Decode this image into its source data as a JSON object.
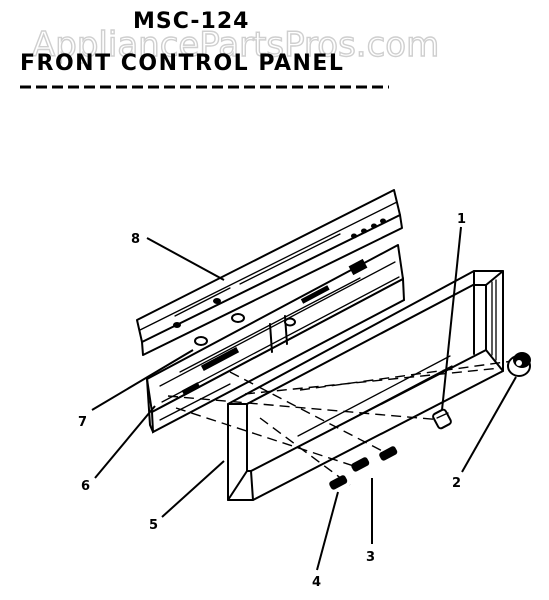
{
  "header": {
    "model": "MSC-124",
    "panel_title": "FRONT CONTROL PANEL"
  },
  "watermark": {
    "text": "AppliancePartsPros.com"
  },
  "callouts": [
    "1",
    "2",
    "3",
    "4",
    "5",
    "6",
    "7",
    "8"
  ],
  "colors": {
    "ink": "#000000",
    "paper": "#ffffff",
    "watermark": "#cfcfcf"
  }
}
